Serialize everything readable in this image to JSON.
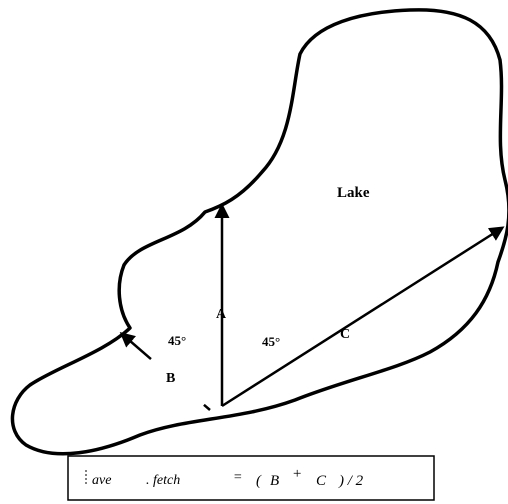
{
  "diagram": {
    "lake_label": "Lake",
    "angle_left": "45°",
    "angle_right": "45°",
    "label_a": "A",
    "label_b": "B",
    "label_c": "C",
    "formula": {
      "ave": "ave",
      "fetch": ". fetch",
      "equals": "=",
      "open_paren": "(",
      "b": "B",
      "plus": "+",
      "c": "C",
      "close_div": ") / 2"
    }
  }
}
